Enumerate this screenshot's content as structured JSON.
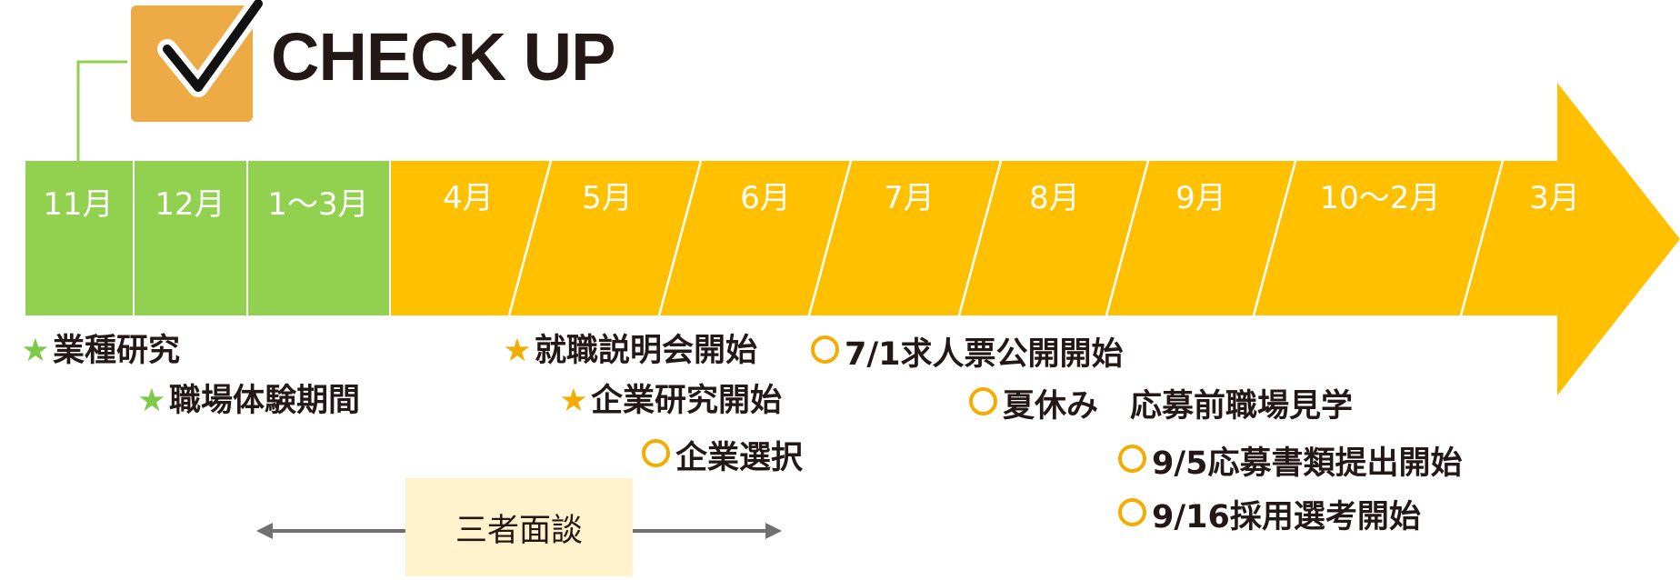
{
  "header": {
    "title": "CHECK UP",
    "icon": "checkmark-icon",
    "icon_bg": "#eeaa44"
  },
  "colors": {
    "green": "#92d050",
    "orange": "#ffc000",
    "green_star": "#7dc94a",
    "orange_mark": "#f2ad00",
    "meeting_bg": "#fff2cc"
  },
  "months": [
    {
      "label": "11月",
      "phase": "green"
    },
    {
      "label": "12月",
      "phase": "green"
    },
    {
      "label": "1～3月",
      "phase": "green"
    },
    {
      "label": "4月",
      "phase": "orange"
    },
    {
      "label": "5月",
      "phase": "orange"
    },
    {
      "label": "6月",
      "phase": "orange"
    },
    {
      "label": "7月",
      "phase": "orange"
    },
    {
      "label": "8月",
      "phase": "orange"
    },
    {
      "label": "9月",
      "phase": "orange"
    },
    {
      "label": "10～2月",
      "phase": "orange"
    },
    {
      "label": "3月",
      "phase": "orange"
    }
  ],
  "events": [
    {
      "marker": "★",
      "marker_type": "star-green",
      "text": "業種研究"
    },
    {
      "marker": "★",
      "marker_type": "star-green",
      "text": "職場体験期間"
    },
    {
      "marker": "★",
      "marker_type": "star-orange",
      "text": "就職説明会開始"
    },
    {
      "marker": "★",
      "marker_type": "star-orange",
      "text": "企業研究開始"
    },
    {
      "marker": "○",
      "marker_type": "circle",
      "text": "企業選択"
    },
    {
      "marker": "○",
      "marker_type": "circle",
      "text": "7/1求人票公開開始"
    },
    {
      "marker": "○",
      "marker_type": "circle",
      "text": "夏休み　応募前職場見学"
    },
    {
      "marker": "○",
      "marker_type": "circle",
      "text": "9/5応募書類提出開始"
    },
    {
      "marker": "○",
      "marker_type": "circle",
      "text": "9/16採用選考開始"
    }
  ],
  "meeting": {
    "label": "三者面談"
  }
}
